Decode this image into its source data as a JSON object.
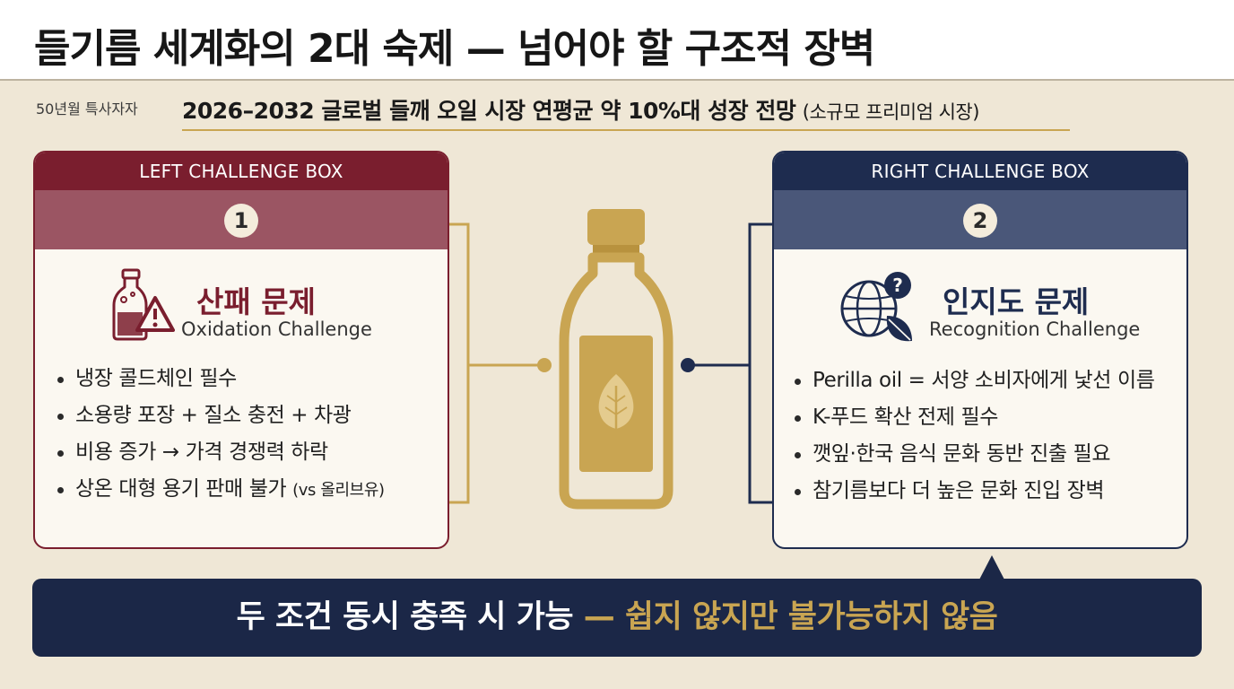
{
  "header": {
    "title": "들기름 세계화의 2대 숙제 — 넘어야 할 구조적 장벽"
  },
  "source_label": "50년월 특사자자",
  "subtitle": {
    "main": "2026–2032 글로벌 들깨 오일 시장 연평균 약 10%대 성장 전망",
    "note": "(소규모 프리미엄 시장)"
  },
  "left_box": {
    "header": "LEFT CHALLENGE BOX",
    "number": "1",
    "icon": "oil-bottle-warning-icon",
    "title": "산패 문제",
    "subtitle": "Oxidation Challenge",
    "bullets": [
      "냉장 콜드체인 필수",
      "소용량 포장 + 질소 충전 + 차광",
      "비용 증가 → 가격 경쟁력 하락"
    ],
    "last_bullet": {
      "main": "상온 대형 용기 판매 불가",
      "note": "(vs 올리브유)"
    }
  },
  "right_box": {
    "header": "RIGHT CHALLENGE BOX",
    "number": "2",
    "icon": "globe-question-leaf-icon",
    "title": "인지도 문제",
    "subtitle": "Recognition Challenge",
    "bullets": [
      "Perilla oil = 서양 소비자에게 낯선 이름",
      "K-푸드 확산 전제 필수",
      "깻잎·한국 음식 문화 동반 진출 필요",
      "참기름보다 더 높은 문화 진입 장벽"
    ]
  },
  "center_icon": "perilla-oil-bottle-icon",
  "banner": {
    "part1": "두 조건 동시 충족 시 가능",
    "part2": "— 쉽지 않지만 불가능하지 않음"
  },
  "colors": {
    "background": "#efe7d6",
    "left_accent": "#7a1e2e",
    "right_accent": "#1e2c4f",
    "gold": "#c9a552",
    "banner": "#1b2747"
  }
}
